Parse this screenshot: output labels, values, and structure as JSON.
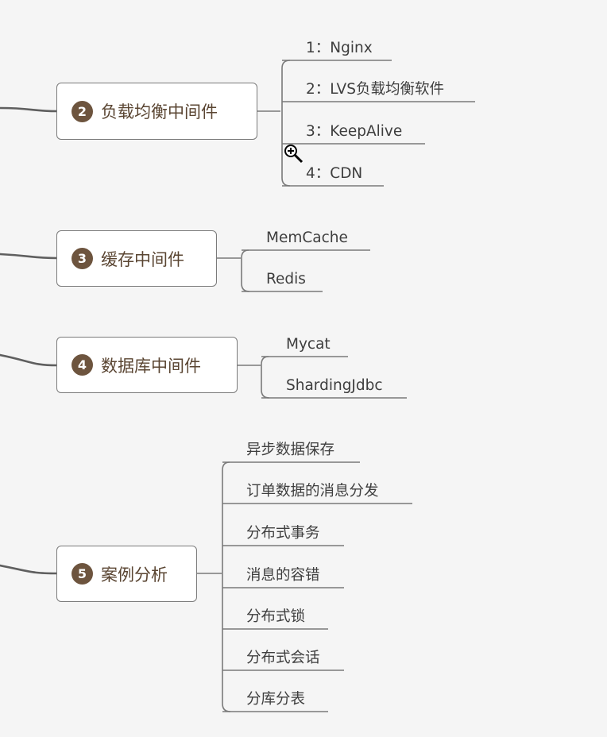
{
  "colors": {
    "badge": "#6d543e",
    "node_text": "#5a4532",
    "line": "#5f5f5f"
  },
  "nodes": [
    {
      "number": "2",
      "label": "负载均衡中间件",
      "children": [
        "1：Nginx",
        "2：LVS负载均衡软件",
        "3：KeepAlive",
        "4：CDN"
      ]
    },
    {
      "number": "3",
      "label": "缓存中间件",
      "children": [
        "MemCache",
        "Redis"
      ]
    },
    {
      "number": "4",
      "label": "数据库中间件",
      "children": [
        "Mycat",
        "ShardingJdbc"
      ]
    },
    {
      "number": "5",
      "label": "案例分析",
      "children": [
        "异步数据保存",
        "订单数据的消息分发",
        "分布式事务",
        "消息的容错",
        "分布式锁",
        "分布式会话",
        "分库分表"
      ]
    }
  ],
  "cursor_icon": "zoom-in-icon"
}
